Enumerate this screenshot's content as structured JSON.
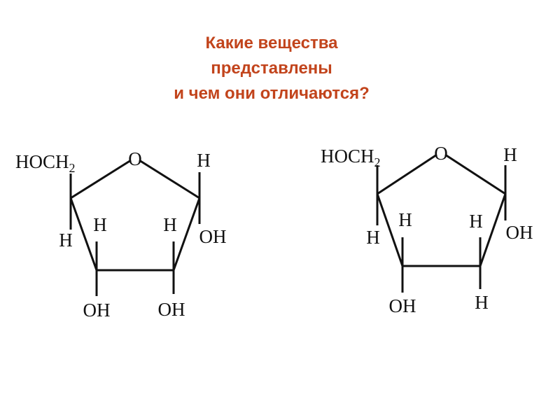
{
  "title": {
    "lines": [
      "Какие вещества",
      "представлены",
      "и чем они отличаются?"
    ],
    "color": "#c2441c"
  },
  "molecules": [
    {
      "ring_oxygen": "O",
      "c5_group": "HOCH",
      "c5_subscript": "2",
      "c1_top": "H",
      "c1_bottom": "OH",
      "c4_bottom": "H",
      "c3_top": "H",
      "c3_bottom": "OH",
      "c2_top": "H",
      "c2_bottom": "OH"
    },
    {
      "ring_oxygen": "O",
      "c5_group": "HOCH",
      "c5_subscript": "2",
      "c1_top": "H",
      "c1_bottom": "OH",
      "c4_bottom": "H",
      "c3_top": "H",
      "c3_bottom": "OH",
      "c2_top": "H",
      "c2_bottom": "H"
    }
  ]
}
